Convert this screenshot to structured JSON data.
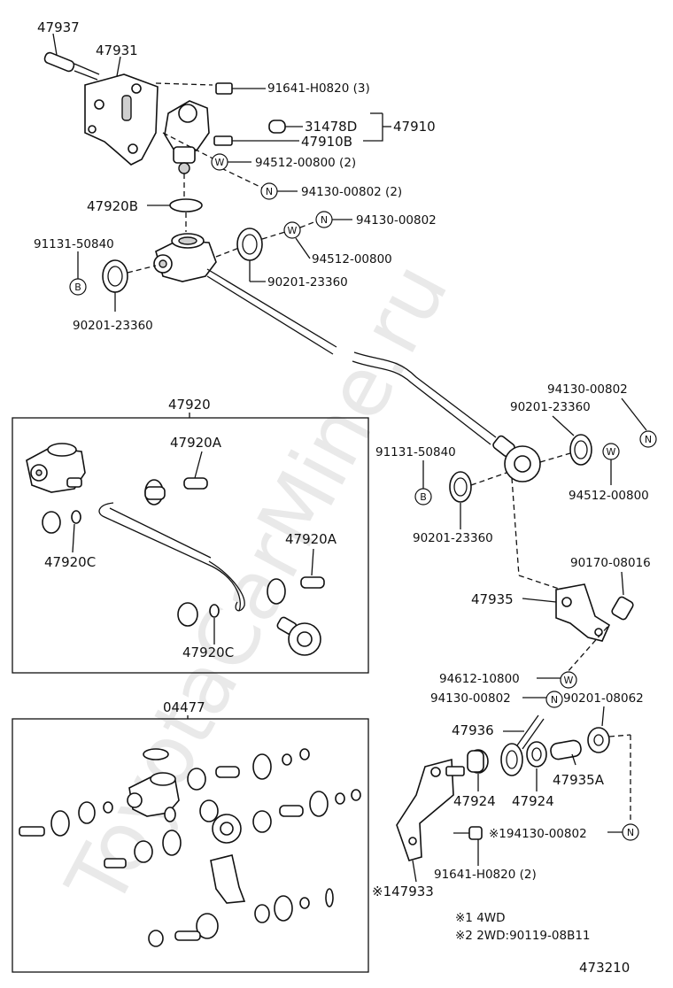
{
  "watermark": "ToyotaCarMine.ru",
  "diagram_id": "473210",
  "labels": {
    "p47937": "47937",
    "p47931": "47931",
    "p91641_3": "91641-H0820 (3)",
    "p31478D": "31478D",
    "p47910": "47910",
    "p47910B": "47910B",
    "p94512_2": "94512-00800 (2)",
    "p94130_2": "94130-00802 (2)",
    "p47920B": "47920B",
    "p94130_a": "94130-00802",
    "p91131_a": "91131-50840",
    "p94512_a": "94512-00800",
    "p90201_a": "90201-23360",
    "p90201_b": "90201-23360",
    "p47920": "47920",
    "p47920A_1": "47920A",
    "p47920C_1": "47920C",
    "p47920A_2": "47920A",
    "p47920C_2": "47920C",
    "p94130_b": "94130-00802",
    "p90201_c": "90201-23360",
    "p91131_b": "91131-50840",
    "p94512_b": "94512-00800",
    "p90201_d": "90201-23360",
    "p90170": "90170-08016",
    "p47935": "47935",
    "p94612": "94612-10800",
    "p94130_c": "94130-00802",
    "p90201_e": "90201-08062",
    "p47936": "47936",
    "p47935A": "47935A",
    "p47924_1": "47924",
    "p47924_2": "47924",
    "p194130": "※194130-00802",
    "p91641_2": "91641-H0820 (2)",
    "p147933": "※147933",
    "p04477": "04477"
  },
  "markers": {
    "W": "W",
    "N": "N",
    "B": "B"
  },
  "notes": {
    "note1": "※1 4WD",
    "note2": "※2 2WD:90119-08B11"
  }
}
